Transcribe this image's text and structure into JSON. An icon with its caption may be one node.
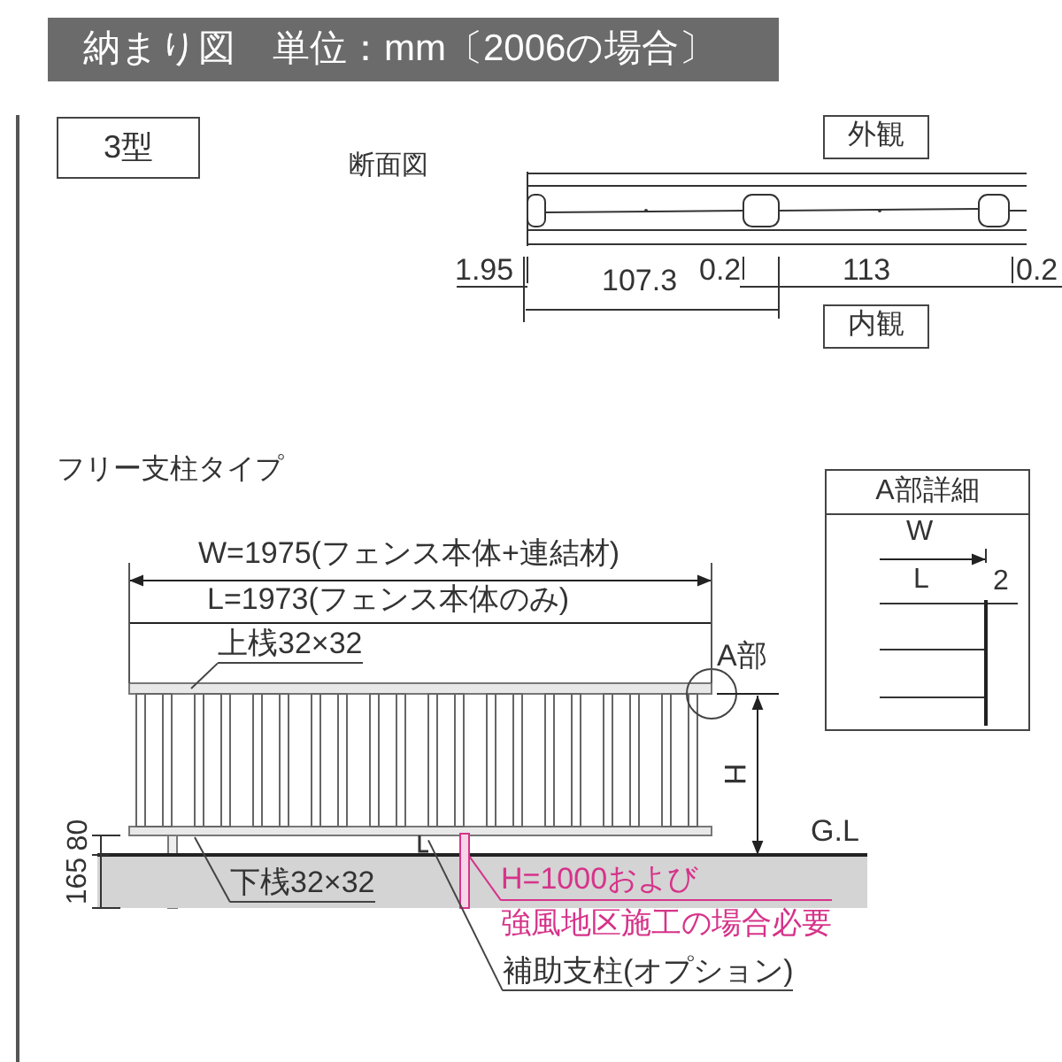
{
  "diagram": {
    "title": "納まり図　単位：mm〔2006の場合〕",
    "nodes": [
      {
        "text": [
          "3型"
        ]
      },
      {
        "text": [
          "外観"
        ]
      },
      {
        "text": [
          "内観"
        ]
      },
      {
        "text": [
          "A部詳細"
        ]
      },
      {
        "text": [
          "上桟32×32"
        ]
      },
      {
        "text": [
          "下桟32×32"
        ]
      },
      {
        "text": [
          "H=1000および",
          "強風地区施工の場合必要"
        ]
      },
      {
        "text": [
          "補助支柱(オプション)"
        ]
      },
      {
        "text": [],
        "shape": "bar"
      },
      {
        "text": [],
        "shape": "bar"
      }
    ],
    "edges": [
      {
        "from": 4,
        "to": null,
        "arrow": "none"
      },
      {
        "from": 5,
        "to": null,
        "arrow": "none"
      },
      {
        "from": 6,
        "to": 9,
        "arrow": "none",
        "color": "#d6338a"
      },
      {
        "from": 7,
        "to": 8,
        "arrow": "none"
      }
    ],
    "labels": [
      "断面図",
      "1.95",
      "107.3",
      "0.2",
      "113",
      "0.2",
      "フリー支柱タイプ",
      "W=1975(フェンス本体+連結材)",
      "L=1973(フェンス本体のみ)",
      "A部",
      "H",
      "G.L",
      "80",
      "165",
      "W",
      "L",
      "2"
    ]
  }
}
